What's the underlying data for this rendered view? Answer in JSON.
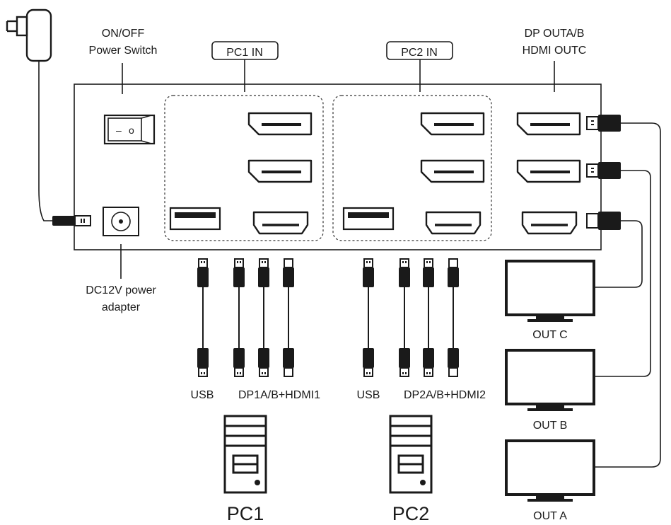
{
  "labels": {
    "power_switch_line1": "ON/OFF",
    "power_switch_line2": "Power Switch",
    "pc1_in": "PC1 IN",
    "pc2_in": "PC2 IN",
    "out_line1": "DP OUTA/B",
    "out_line2": "HDMI OUTC",
    "dc_line1": "DC12V power",
    "dc_line2": "adapter",
    "switch_off_symbol": "–",
    "switch_on_symbol": "o",
    "usb1": "USB",
    "video1": "DP1A/B+HDMI1",
    "usb2": "USB",
    "video2": "DP2A/B+HDMI2",
    "pc1": "PC1",
    "pc2": "PC2",
    "out_c": "OUT C",
    "out_b": "OUT B",
    "out_a": "OUT A"
  },
  "icons": {
    "power_plug": "power-adapter-plug-icon",
    "monitor": "monitor-icon",
    "pc_tower": "pc-tower-icon",
    "cable": "cable-connector-icon"
  },
  "colors": {
    "ink": "#1a1a1a",
    "background": "#ffffff"
  }
}
